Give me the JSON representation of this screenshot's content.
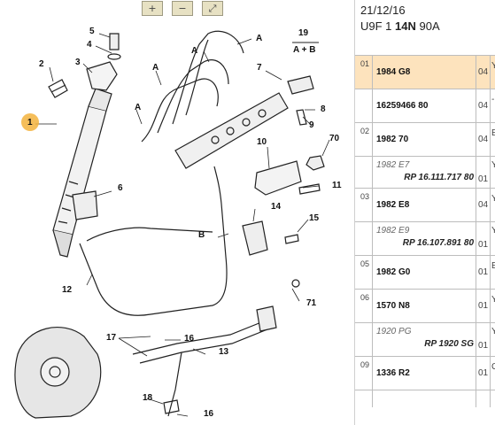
{
  "toolbar": {
    "zoom_in_label": "+",
    "zoom_out_label": "−",
    "fit_label": "⤢"
  },
  "diagram": {
    "callouts": [
      "1",
      "2",
      "3",
      "4",
      "5",
      "6",
      "7",
      "8",
      "9",
      "10",
      "11",
      "12",
      "13",
      "14",
      "15",
      "16",
      "16",
      "17",
      "18",
      "19",
      "70",
      "71",
      "A",
      "A",
      "A",
      "A",
      "B",
      "A + B"
    ]
  },
  "panel": {
    "date": "21/12/16",
    "model": {
      "a": "U9F 1",
      "b": "14N",
      "c": "90A"
    },
    "rows": [
      {
        "pos": "01",
        "ref": "1984 G8",
        "qty": "04",
        "highlight": true,
        "x": "Y"
      },
      {
        "pos": "",
        "ref": "16259466 80",
        "qty": "04",
        "x": "-"
      },
      {
        "pos": "02",
        "ref": "1982 70",
        "qty": "04",
        "x": "E"
      },
      {
        "pos": "",
        "ref": "1982 E7",
        "sub": "RP 16.111.717 80",
        "qty": "01",
        "alt": true,
        "x": "Y"
      },
      {
        "pos": "03",
        "ref": "1982 E8",
        "qty": "04",
        "x": "Y"
      },
      {
        "pos": "",
        "ref": "1982 E9",
        "sub": "RP 16.107.891 80",
        "qty": "01",
        "alt": true,
        "x": "Y"
      },
      {
        "pos": "05",
        "ref": "1982 G0",
        "qty": "01",
        "x": "E"
      },
      {
        "pos": "06",
        "ref": "1570 N8",
        "qty": "01",
        "x": "Y"
      },
      {
        "pos": "",
        "ref": "1920 PG",
        "sub": "RP 1920 SG",
        "qty": "01",
        "alt": true,
        "x": "Y"
      },
      {
        "pos": "09",
        "ref": "1336 R2",
        "qty": "01",
        "x": "C"
      },
      {
        "pos": "",
        "ref": "",
        "qty": "",
        "x": ""
      }
    ]
  },
  "colors": {
    "highlight_row": "#fde3bd",
    "marker": "#f3b33d"
  }
}
